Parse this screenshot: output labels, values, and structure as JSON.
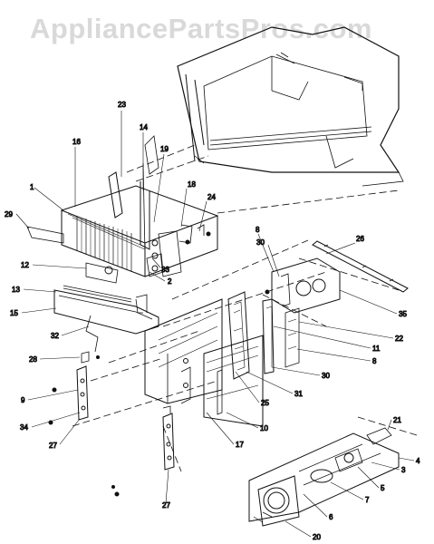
{
  "watermark": "AppliancePartsPros.com",
  "callouts": [
    {
      "id": "c23",
      "text": "23"
    },
    {
      "id": "c16",
      "text": "16"
    },
    {
      "id": "c14",
      "text": "14"
    },
    {
      "id": "c19",
      "text": "19"
    },
    {
      "id": "c18",
      "text": "18"
    },
    {
      "id": "c24",
      "text": "24"
    },
    {
      "id": "c1",
      "text": "1"
    },
    {
      "id": "c29",
      "text": "29"
    },
    {
      "id": "c12",
      "text": "12"
    },
    {
      "id": "c33",
      "text": "33"
    },
    {
      "id": "c2",
      "text": "2"
    },
    {
      "id": "c13",
      "text": "13"
    },
    {
      "id": "c15",
      "text": "15"
    },
    {
      "id": "c32",
      "text": "32"
    },
    {
      "id": "c28",
      "text": "28"
    },
    {
      "id": "c9",
      "text": "9"
    },
    {
      "id": "c34",
      "text": "34"
    },
    {
      "id": "c27a",
      "text": "27"
    },
    {
      "id": "c27b",
      "text": "27"
    },
    {
      "id": "c8a",
      "text": "8"
    },
    {
      "id": "c30a",
      "text": "30"
    },
    {
      "id": "c26",
      "text": "26"
    },
    {
      "id": "c35",
      "text": "35"
    },
    {
      "id": "c22",
      "text": "22"
    },
    {
      "id": "c11",
      "text": "11"
    },
    {
      "id": "c8b",
      "text": "8"
    },
    {
      "id": "c30b",
      "text": "30"
    },
    {
      "id": "c31",
      "text": "31"
    },
    {
      "id": "c25",
      "text": "25"
    },
    {
      "id": "c10",
      "text": "10"
    },
    {
      "id": "c17",
      "text": "17"
    },
    {
      "id": "c21",
      "text": "21"
    },
    {
      "id": "c4",
      "text": "4"
    },
    {
      "id": "c3",
      "text": "3"
    },
    {
      "id": "c5",
      "text": "5"
    },
    {
      "id": "c7",
      "text": "7"
    },
    {
      "id": "c6",
      "text": "6"
    },
    {
      "id": "c20",
      "text": "20"
    }
  ]
}
